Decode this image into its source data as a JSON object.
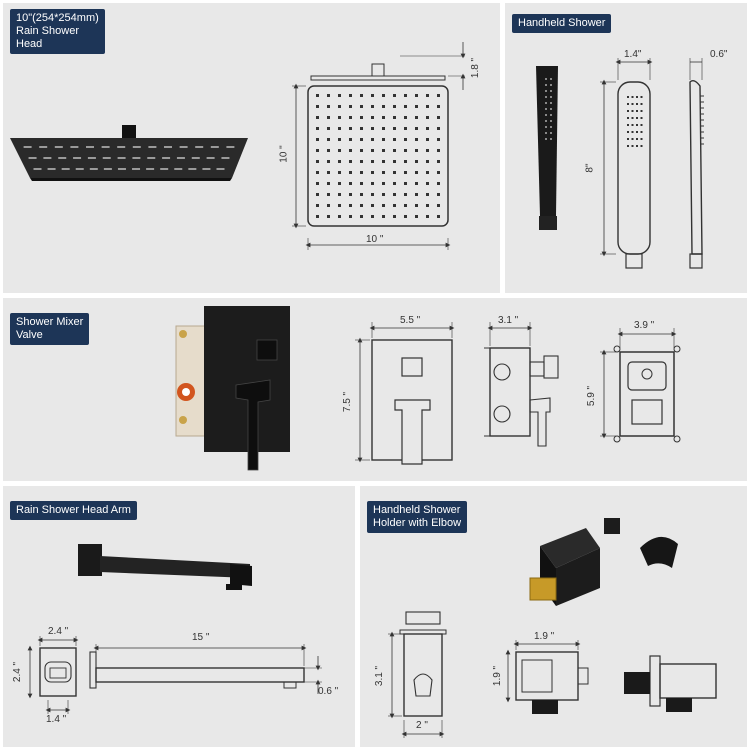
{
  "colors": {
    "panel_bg": "#e8e8e8",
    "label_bg": "#1d3557",
    "label_text": "#ffffff",
    "product": "#1a1a1a",
    "line": "#333333"
  },
  "rain_head": {
    "label": "10\"(254*254mm)\nRain Shower\nHead",
    "dim_width": "10 \"",
    "dim_height": "10 \"",
    "dim_thickness": "1.8 \""
  },
  "handheld": {
    "label": "Handheld Shower",
    "dim_width": "1.4\"",
    "dim_depth": "0.6\"",
    "dim_length": "8\""
  },
  "mixer_valve": {
    "label": "Shower Mixer\nValve",
    "dim_plate_width": "5.5 \"",
    "dim_plate_height": "7.5 \"",
    "dim_body_width": "3.1 \"",
    "dim_box_width": "3.9 \"",
    "dim_box_height": "5.9 \""
  },
  "arm": {
    "label": "Rain Shower Head Arm",
    "dim_flange_width": "2.4 \"",
    "dim_flange_height": "2.4 \"",
    "dim_tube_width": "1.4 \"",
    "dim_length": "15 \"",
    "dim_tube_height": "0.6 \""
  },
  "holder": {
    "label": "Handheld Shower\nHolder with Elbow",
    "dim_height": "3.1 \"",
    "dim_base": "2 \"",
    "dim_width": "1.9 \"",
    "dim_depth": "1.9 \""
  }
}
